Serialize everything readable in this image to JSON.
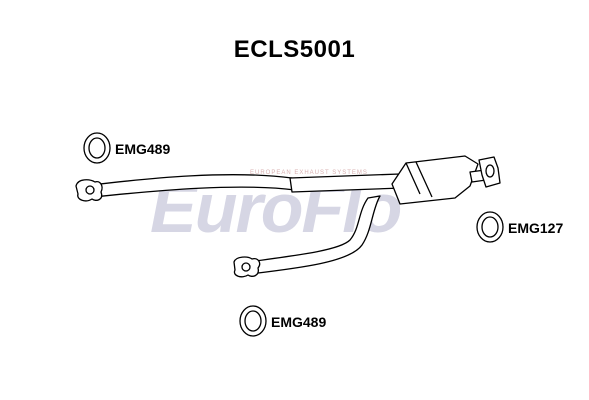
{
  "title": "ECLS5001",
  "watermark": {
    "brand": "EuroFlo",
    "tagline": "EUROPEAN EXHAUST SYSTEMS",
    "accent_color": "#e08a8a",
    "brand_color": "#d6d6e4"
  },
  "parts": [
    {
      "code": "EMG489",
      "icon": "gasket-ring-icon"
    },
    {
      "code": "EMG127",
      "icon": "gasket-ring-icon"
    },
    {
      "code": "EMG489",
      "icon": "gasket-ring-icon"
    }
  ],
  "colors": {
    "line": "#000000",
    "fill": "#ffffff"
  }
}
